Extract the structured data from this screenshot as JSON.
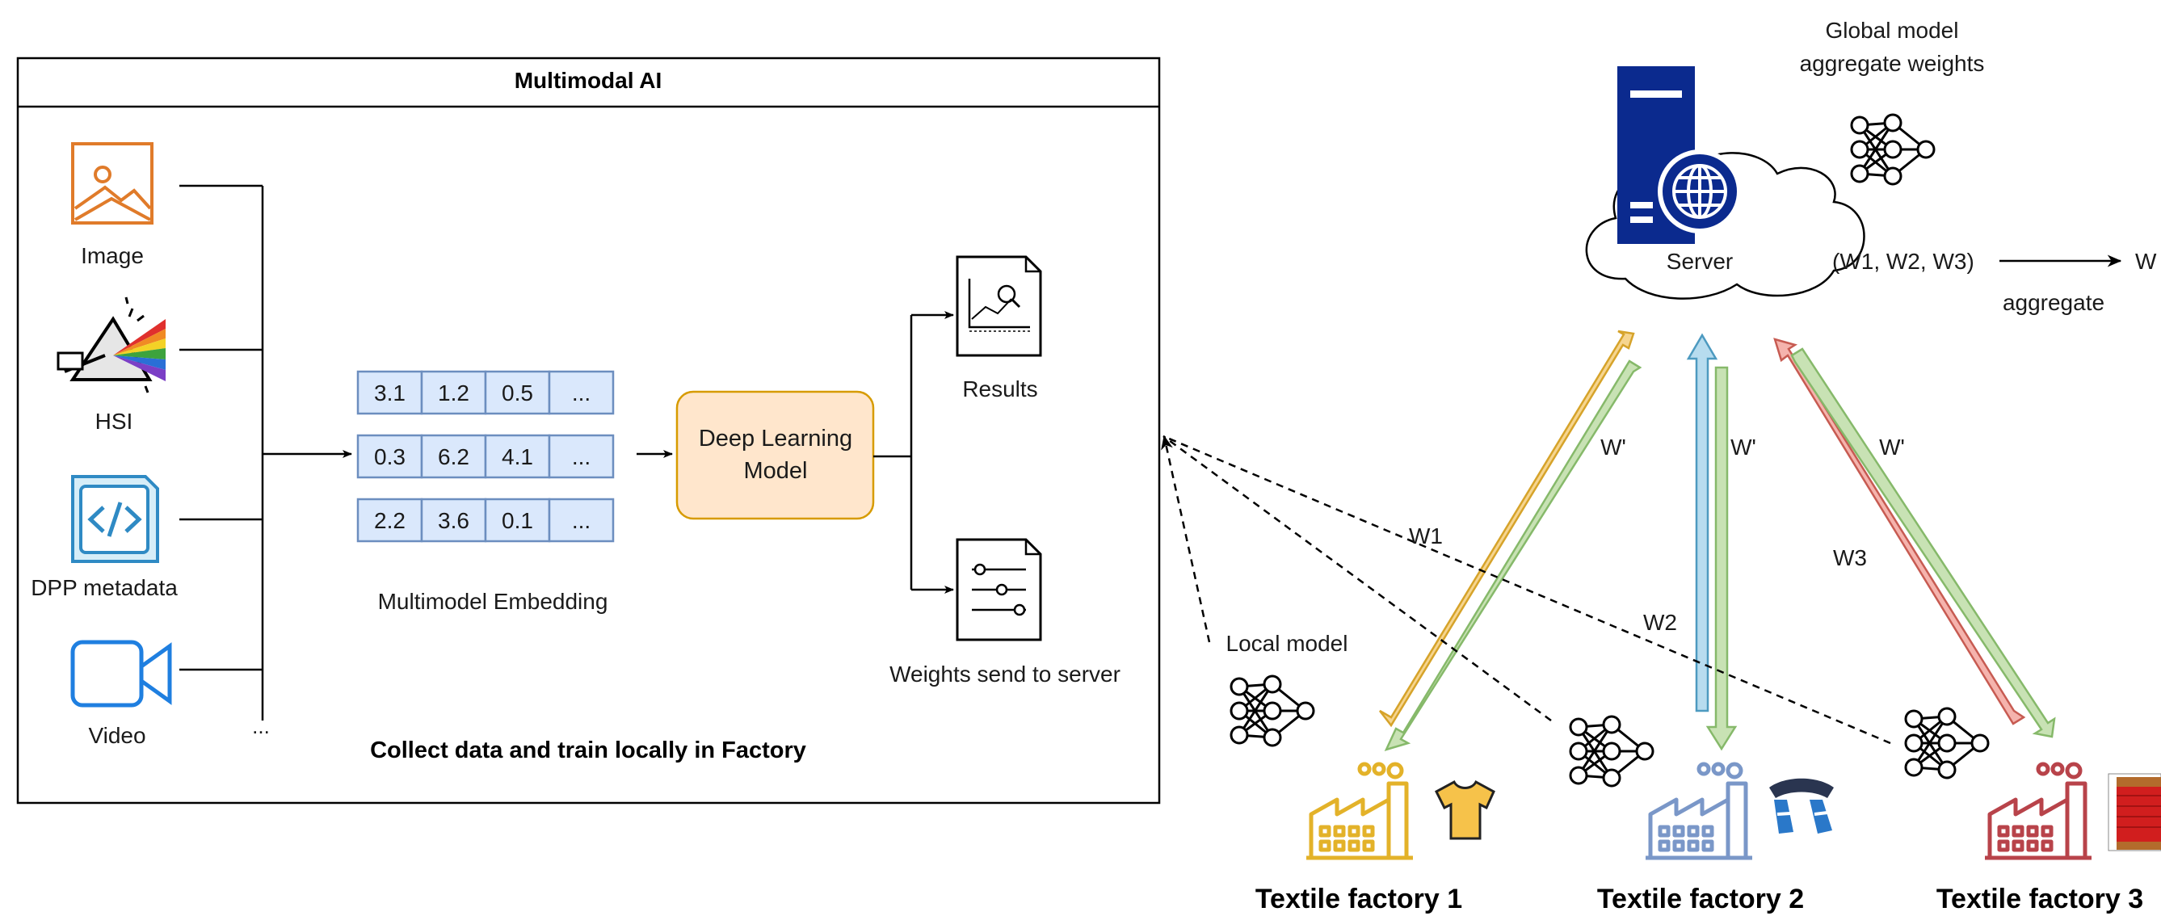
{
  "panel": {
    "title": "Multimodal AI",
    "footer": "Collect data and train locally in Factory"
  },
  "inputs": {
    "image": "Image",
    "hsi": "HSI",
    "dpp": "DPP metadata",
    "video": "Video",
    "more": "..."
  },
  "embedding": {
    "label": "Multimodel Embedding",
    "rows": [
      [
        "3.1",
        "1.2",
        "0.5",
        "..."
      ],
      [
        "0.3",
        "6.2",
        "4.1",
        "..."
      ],
      [
        "2.2",
        "3.6",
        "0.1",
        "..."
      ]
    ]
  },
  "model": {
    "line1": "Deep Learning",
    "line2": "Model"
  },
  "outputs": {
    "results": "Results",
    "weights": "Weights send to server"
  },
  "server": {
    "label": "Server",
    "global_line1": "Global model",
    "global_line2": "aggregate weights",
    "weights_tuple": "(W1, W2, W3)",
    "result": "W",
    "aggregate": "aggregate"
  },
  "edges": {
    "w1": "W1",
    "w2": "W2",
    "w3": "W3",
    "wprime": "W'",
    "local_model": "Local model"
  },
  "factories": {
    "f1": "Textile factory 1",
    "f2": "Textile factory 2",
    "f3": "Textile factory 3"
  },
  "colors": {
    "image_icon": "#e07b2a",
    "dpp_icon": "#2f8ac4",
    "video_icon": "#1f7fe0",
    "embedding_fill": "#dae8fc",
    "embedding_stroke": "#6c8ebf",
    "model_fill": "#ffe6cc",
    "model_stroke": "#d79b00",
    "server_blue": "#0b2a8e",
    "arrow_yellow": "#f6d58f",
    "arrow_green": "#c8e2b4",
    "arrow_blue": "#b7dcef",
    "arrow_red": "#f5b3ad",
    "factory1": "#e3b229",
    "factory2": "#7a97c8",
    "factory3": "#b8434a"
  }
}
